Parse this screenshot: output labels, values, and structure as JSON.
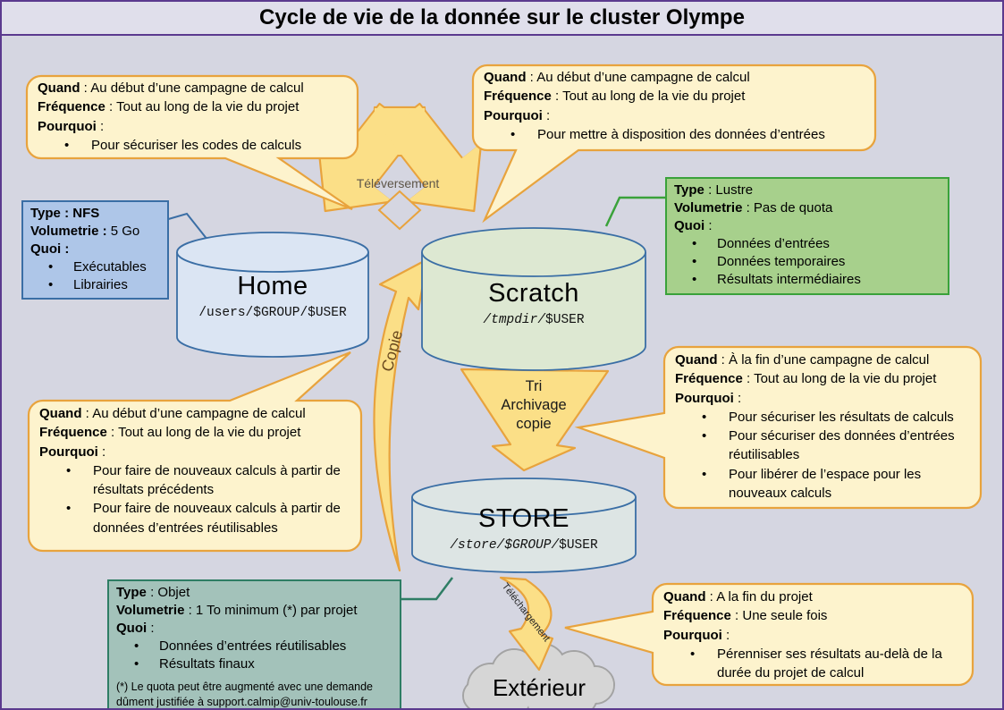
{
  "title": "Cycle de vie de la donnée sur le cluster Olympe",
  "labels": {
    "quand": "Quand",
    "frequence": "Fréquence",
    "pourquoi": "Pourquoi",
    "type": "Type",
    "volumetrie": "Volumetrie",
    "quoi": "Quoi",
    "colon": " : ",
    "bullet": "•"
  },
  "bubbles": [
    {
      "quand": "Au début d’une campagne de calcul",
      "frequence": "Tout au long de la vie du projet",
      "pourquoi": [
        "Pour sécuriser les codes de calculs"
      ]
    },
    {
      "quand": "Au début d’une campagne de calcul",
      "frequence": "Tout au long de la vie du projet",
      "pourquoi": [
        "Pour mettre à disposition des données d’entrées"
      ]
    },
    {
      "quand": "Au début d’une campagne de calcul",
      "frequence": "Tout au long de la vie du projet",
      "pourquoi": [
        "Pour faire de nouveaux calculs à partir de résultats précédents",
        "Pour faire de nouveaux calculs à partir de données d’entrées réutilisables"
      ]
    },
    {
      "quand": "À la fin d’une campagne de calcul",
      "frequence": "Tout au long de la vie du projet",
      "pourquoi": [
        "Pour sécuriser les résultats de calculs",
        "Pour sécuriser des données d’entrées réutilisables",
        "Pour libérer de l’espace pour les nouveaux calculs"
      ]
    },
    {
      "quand": "A la fin du projet",
      "frequence": "Une seule fois",
      "pourquoi": [
        "Pérenniser ses résultats au-delà de la durée du projet de calcul"
      ]
    }
  ],
  "info_boxes": [
    {
      "type": "NFS",
      "volumetrie": "5 Go",
      "quoi": [
        "Exécutables",
        "Librairies"
      ]
    },
    {
      "type": "Lustre",
      "volumetrie": "Pas de quota",
      "quoi": [
        "Données d’entrées",
        "Données temporaires",
        "Résultats intermédiaires"
      ]
    },
    {
      "type": "Objet",
      "volumetrie": "1 To minimum (*) par projet",
      "quoi": [
        "Données d’entrées réutilisables",
        "Résultats finaux"
      ],
      "note": "(*) Le quota peut être augmenté avec une demande dûment justifiée à support.calmip@univ-toulouse.fr"
    }
  ],
  "cylinders": [
    {
      "name": "Home",
      "path_italic": "",
      "path_plain": "/users/$GROUP/$USER"
    },
    {
      "name": "Scratch",
      "path_italic": "/tmpdir/",
      "path_plain": "$USER"
    },
    {
      "name": "STORE",
      "path_italic": "/store/$GROUP/",
      "path_plain": "$USER"
    }
  ],
  "arrows": {
    "televersement": "Téléversement",
    "copie": "Copie",
    "tri_line1": "Tri",
    "tri_line2": "Archivage",
    "tri_line3": "copie",
    "telechargement": "Téléchargement"
  },
  "cloud": {
    "label": "Extérieur"
  },
  "colors": {
    "page_bg": "#d5d6e1",
    "purple": "#5b3a8e",
    "bubble_fill": "#fdf3cd",
    "bubble_border": "#e8a33d",
    "arrow_fill": "#fbdf87",
    "cyl_border": "#3a6ea5",
    "home_fill": "#dbe5f3",
    "scratch_fill": "#dde8d2",
    "store_fill": "#dde5e4",
    "blue_box": "#aec6e8",
    "green_box": "#a7d08c",
    "teal_box": "#a3c2ba",
    "cloud_fill": "#d6d6d6"
  }
}
